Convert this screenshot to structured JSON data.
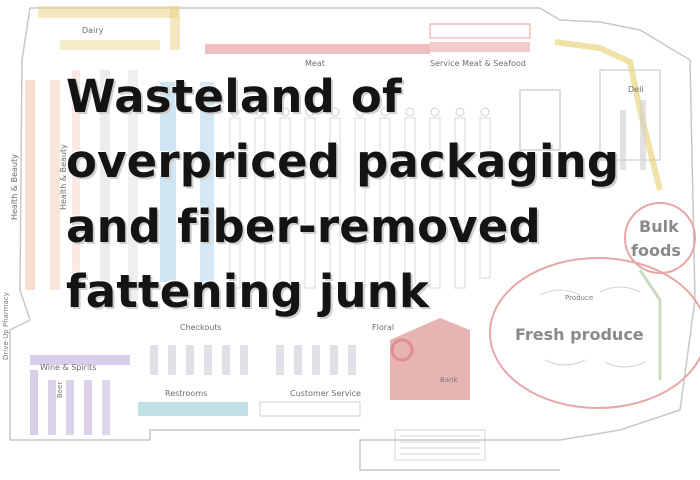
{
  "headline": {
    "lines": [
      "Wasteland of",
      "overpriced packaging",
      "and fiber-removed",
      "fattening junk"
    ]
  },
  "floorplan": {
    "labels": {
      "dairy": "Dairy",
      "meat": "Meat",
      "service_meat": "Service Meat & Seafood",
      "deli": "Deli",
      "health_beauty": "Health & Beauty",
      "health_beauty_2": "Health & Beauty",
      "drive_up": "Drive-Up Pharmacy",
      "wine": "Wine & Spirits",
      "beer": "Beer",
      "checkouts": "Checkouts",
      "floral": "Floral",
      "restrooms": "Restrooms",
      "customer_service": "Customer Service",
      "bank": "Bank",
      "produce_small": "Produce",
      "bulk_line1": "Bulk",
      "bulk_line2": "foods",
      "fresh_produce": "Fresh produce"
    },
    "colors": {
      "dairy": "#e8d48a",
      "meat": "#e08a8a",
      "deli": "#e6cf6a",
      "health": "#f0b49a",
      "aisle_blue": "#a8d0ea",
      "wine": "#b9a6d6",
      "bank": "#d98080",
      "produce_circle": "#e7a7a7",
      "restroom_teal": "#8ec7cf"
    }
  }
}
